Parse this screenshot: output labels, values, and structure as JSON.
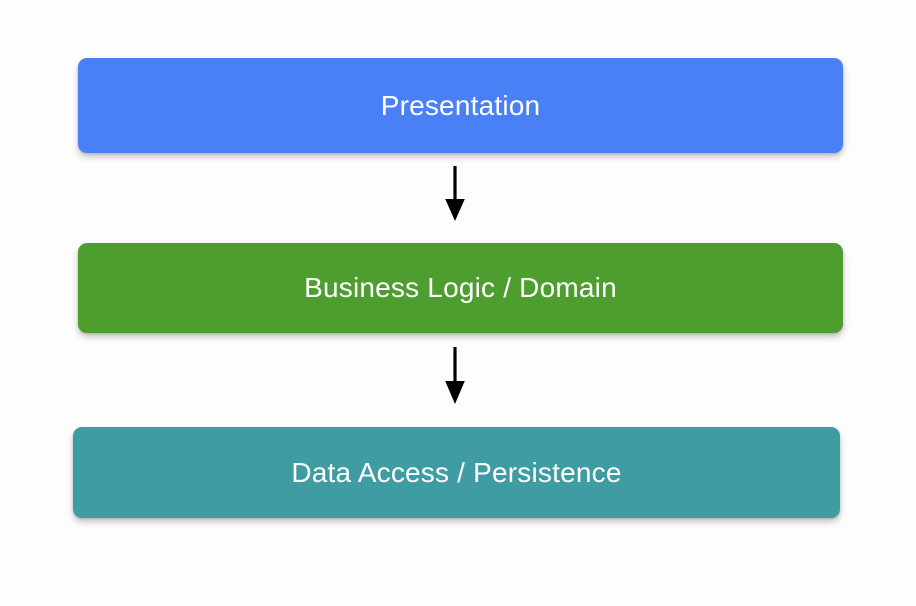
{
  "diagram": {
    "type": "layered-architecture",
    "background_color": "#fdfdfd",
    "text_color": "#ffffff",
    "arrow_color": "#000000",
    "layers": [
      {
        "id": "presentation",
        "label": "Presentation",
        "color": "#4a80f5",
        "order": 1
      },
      {
        "id": "business",
        "label": "Business Logic / Domain",
        "color": "#4d9e2f",
        "order": 2
      },
      {
        "id": "data",
        "label": "Data Access / Persistence",
        "color": "#3f9ca3",
        "order": 3
      }
    ],
    "connectors": [
      {
        "id": "presentation-to-business",
        "from": "presentation",
        "to": "business",
        "direction": "down",
        "style": "solid-arrow",
        "label": ""
      },
      {
        "id": "business-to-data",
        "from": "business",
        "to": "data",
        "direction": "down",
        "style": "solid-arrow",
        "label": ""
      }
    ]
  }
}
